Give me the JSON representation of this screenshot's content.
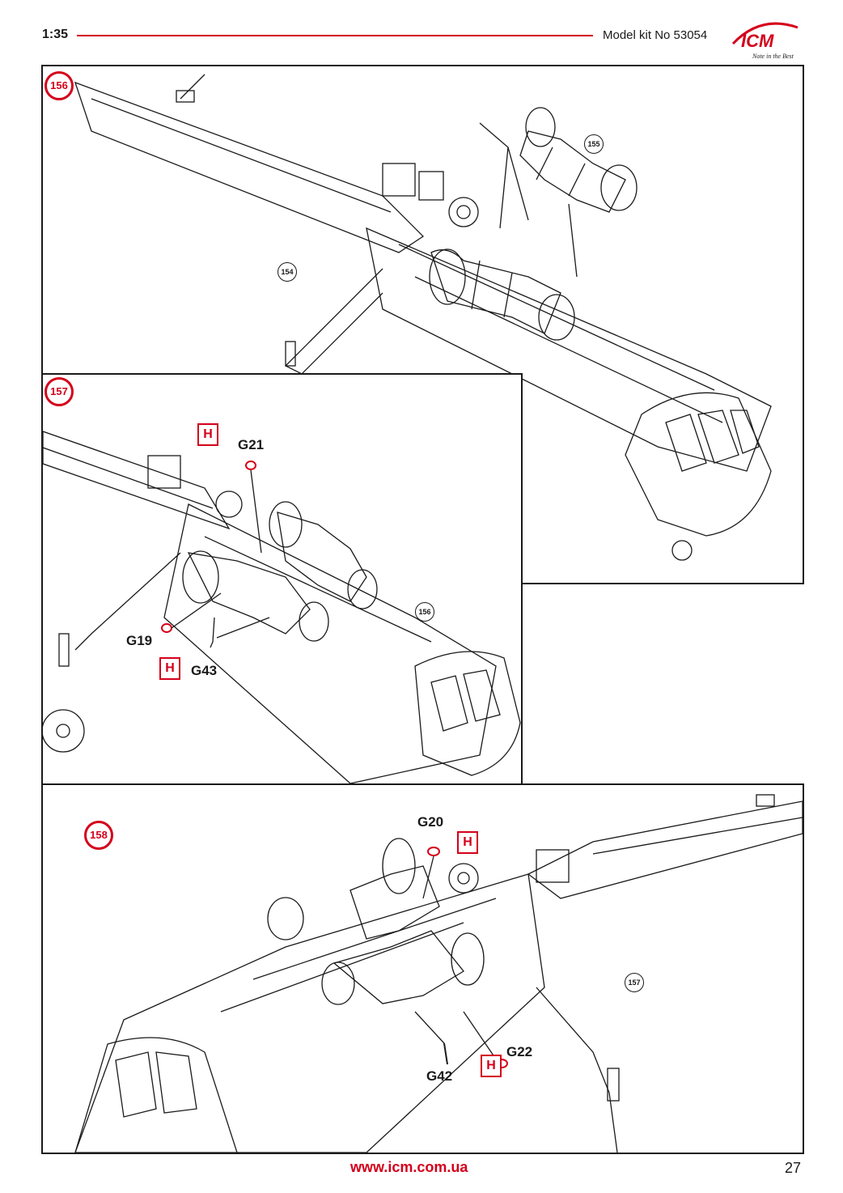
{
  "header": {
    "scale": "1:35",
    "kit_number": "Model kit No 53054",
    "logo_text": "ICM",
    "logo_tagline": "Note in the Best"
  },
  "steps": {
    "s156": {
      "number": "156",
      "refs": [
        "155",
        "154"
      ]
    },
    "s157": {
      "number": "157",
      "refs": [
        "156"
      ],
      "parts": [
        "G21",
        "G19",
        "G43"
      ]
    },
    "s158": {
      "number": "158",
      "refs": [
        "157"
      ],
      "parts": [
        "G20",
        "G22",
        "G42"
      ]
    }
  },
  "glue_symbol": "H",
  "colors": {
    "accent": "#d4001a",
    "ink": "#1a1a1a"
  },
  "footer": {
    "url": "www.icm.com.ua",
    "page": "27"
  }
}
